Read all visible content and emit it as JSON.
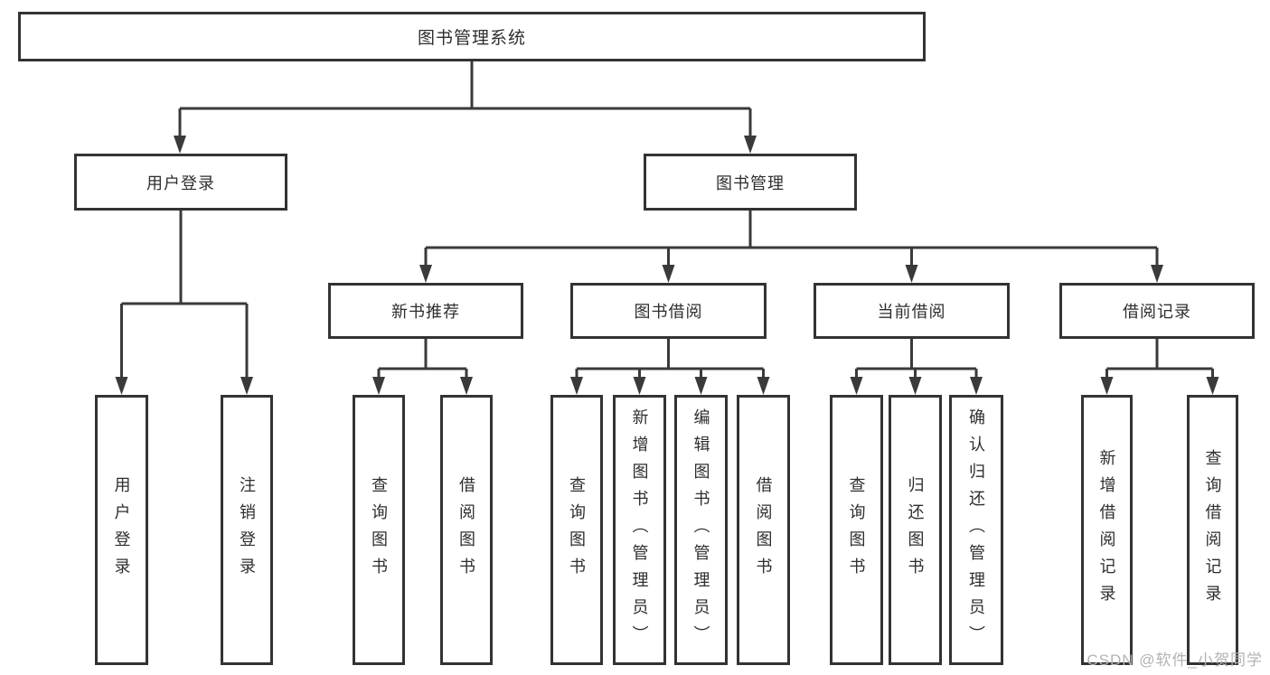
{
  "diagram": {
    "root": "图书管理系统",
    "branches": [
      {
        "label": "用户登录",
        "children": [
          "用户登录",
          "注销登录"
        ]
      },
      {
        "label": "图书管理",
        "groups": [
          {
            "label": "新书推荐",
            "children": [
              "查询图书",
              "借阅图书"
            ]
          },
          {
            "label": "图书借阅",
            "children": [
              "查询图书",
              "新增图书（管理员）",
              "编辑图书（管理员）",
              "借阅图书"
            ]
          },
          {
            "label": "当前借阅",
            "children": [
              "查询图书",
              "归还图书",
              "确认归还（管理员）"
            ]
          },
          {
            "label": "借阅记录",
            "children": [
              "新增借阅记录",
              "查询借阅记录"
            ]
          }
        ]
      }
    ]
  },
  "watermark": "CSDN @软件_小贺同学",
  "colors": {
    "line": "#3a3a3a",
    "box_border": "#333333",
    "text": "#2e2e2e",
    "watermark": "#b3b3b3",
    "background": "#ffffff"
  }
}
